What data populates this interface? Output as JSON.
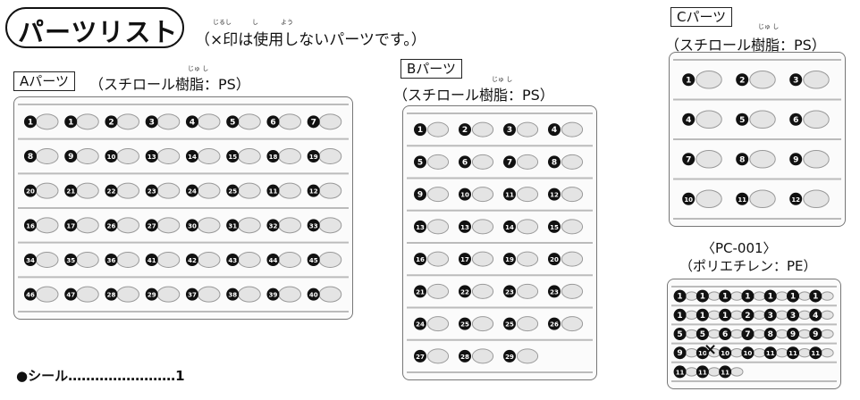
{
  "header": {
    "title": "パーツリスト",
    "note": "（×印は使用しないパーツです。）",
    "ruby_in": "じるし",
    "ruby_shi": "し",
    "ruby_you": "よう"
  },
  "runners": {
    "a": {
      "label": "Aパーツ",
      "material": "（スチロール樹脂：PS）",
      "ruby": "じゅ し",
      "numbers": [
        "1",
        "1",
        "2",
        "3",
        "4",
        "5",
        "6",
        "7",
        "8",
        "9",
        "10",
        "13",
        "14",
        "15",
        "18",
        "19",
        "20",
        "21",
        "22",
        "23",
        "24",
        "25",
        "11",
        "12",
        "16",
        "17",
        "26",
        "27",
        "30",
        "31",
        "32",
        "33",
        "34",
        "35",
        "36",
        "41",
        "42",
        "43",
        "44",
        "45",
        "46",
        "47",
        "28",
        "29",
        "37",
        "38",
        "39",
        "40"
      ]
    },
    "b": {
      "label": "Bパーツ",
      "material": "（スチロール樹脂：PS）",
      "ruby": "じゅ し",
      "numbers": [
        "1",
        "2",
        "3",
        "4",
        "5",
        "6",
        "7",
        "8",
        "9",
        "10",
        "11",
        "12",
        "13",
        "13",
        "14",
        "15",
        "16",
        "17",
        "19",
        "20",
        "21",
        "22",
        "23",
        "23",
        "24",
        "25",
        "25",
        "26",
        "27",
        "28",
        "29"
      ]
    },
    "c": {
      "label": "Cパーツ",
      "material": "（スチロール樹脂：PS）",
      "ruby": "じゅ し",
      "numbers": [
        "1",
        "2",
        "3",
        "4",
        "5",
        "6",
        "7",
        "8",
        "9",
        "10",
        "11",
        "12"
      ]
    },
    "pc": {
      "title": "〈PC-001〉",
      "material": "（ポリエチレン：PE）",
      "numbers": [
        "1",
        "1",
        "1",
        "1",
        "1",
        "1",
        "1",
        "1",
        "1",
        "1",
        "2",
        "3",
        "3",
        "4",
        "5",
        "5",
        "6",
        "7",
        "8",
        "9",
        "9",
        "9",
        "10",
        "10",
        "10",
        "11",
        "11",
        "11",
        "11",
        "11",
        "11"
      ],
      "unused_mark": "×"
    }
  },
  "sticker": {
    "text": "●シール……………………1"
  }
}
